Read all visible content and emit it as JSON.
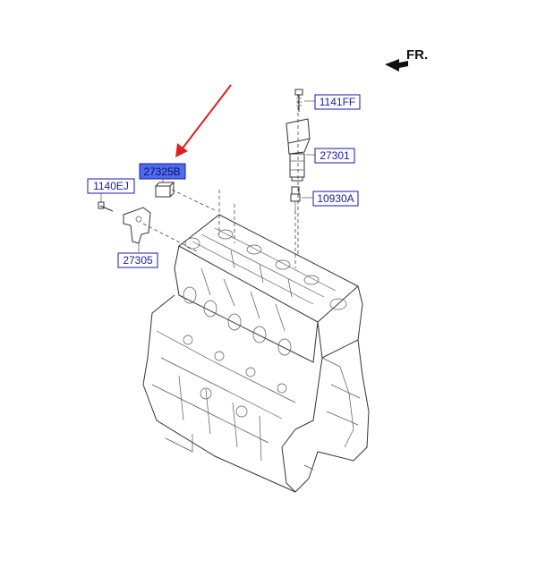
{
  "direction": {
    "label": "FR."
  },
  "parts": [
    {
      "id": "1141FF",
      "highlighted": false
    },
    {
      "id": "27301",
      "highlighted": false
    },
    {
      "id": "10930A",
      "highlighted": false
    },
    {
      "id": "1140EJ",
      "highlighted": false
    },
    {
      "id": "27325B",
      "highlighted": true
    },
    {
      "id": "27305",
      "highlighted": false
    }
  ],
  "colors": {
    "label_border": "#1a1aa8",
    "label_text": "#1a1aa8",
    "highlight_fill": "#4d6bf0",
    "pointer_arrow": "#e02020"
  }
}
